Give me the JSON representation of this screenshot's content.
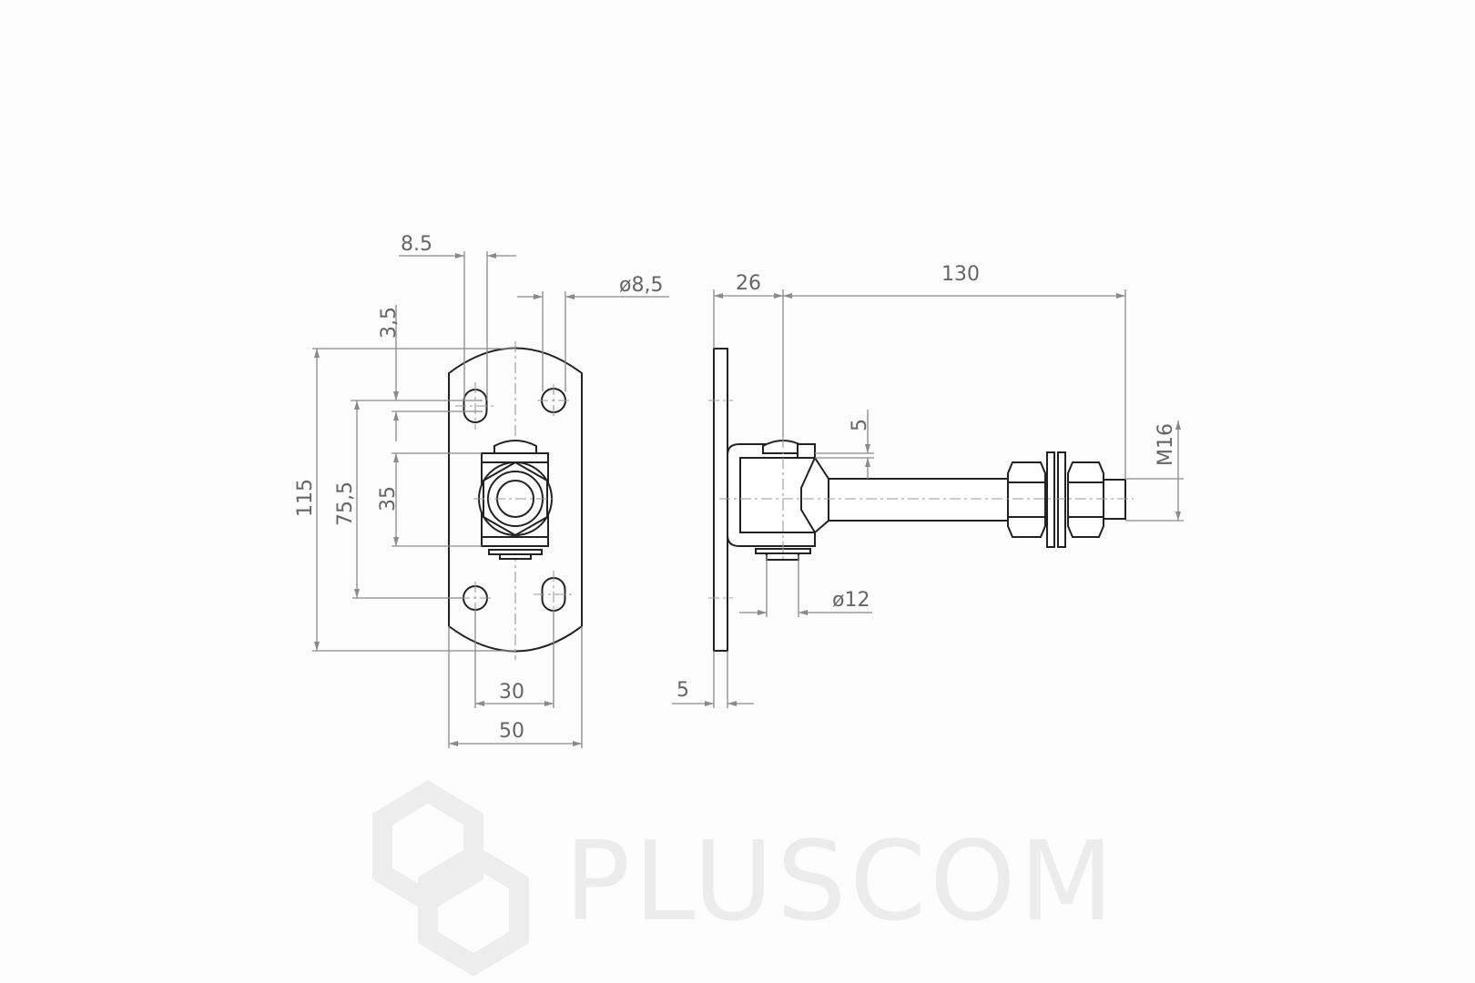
{
  "watermark": "PLUSCOM",
  "front_view": {
    "dims": {
      "slot_width": "8.5",
      "hole_diameter": "ø8,5",
      "slot_offset": "3,5",
      "height_total": "115",
      "hole_spacing_vertical": "75,5",
      "hinge_height": "35",
      "hole_spacing_horizontal": "30",
      "width_total": "50"
    }
  },
  "side_view": {
    "dims": {
      "pin_offset": "26",
      "bolt_length": "130",
      "eye_thickness": "5",
      "thread": "M16",
      "pin_diameter": "ø12",
      "plate_thickness": "5"
    }
  }
}
